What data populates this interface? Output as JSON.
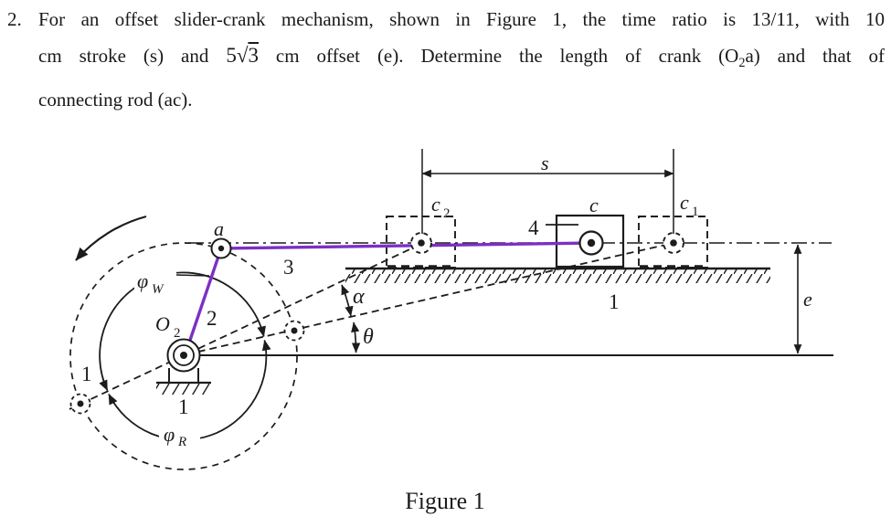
{
  "problem": {
    "number": "2.",
    "line1": "For an offset slider-crank mechanism, shown in Figure 1, the time ratio is 13/11, with 10",
    "line2": {
      "before": "cm stroke (s) and",
      "coeff": "5",
      "radical": "√",
      "radicand": "3",
      "after_pre": "cm offset (e). Determine the length of crank (O",
      "o_sub": "2",
      "after_post": "a) and that of"
    },
    "line3": "connecting rod (ac)."
  },
  "figure": {
    "caption": "Figure 1",
    "colors": {
      "link": "#7c2fc4",
      "ink": "#1c1c1c"
    },
    "labels": {
      "s": "s",
      "e": "e",
      "a": "a",
      "alpha": "α",
      "theta": "θ",
      "link2": "2",
      "link3": "3",
      "link4": "4",
      "frame1_left": "1",
      "frame1_base": "1",
      "frame1_guide": "1",
      "o_main": "O",
      "o_sub": "2",
      "c2_main": "c",
      "c2_sub": "2",
      "c_main": "c",
      "c1_main": "c",
      "c1_sub": "1",
      "phiW_main": "φ",
      "phiW_sub": "W",
      "phiR_main": "φ",
      "phiR_sub": "R"
    }
  }
}
